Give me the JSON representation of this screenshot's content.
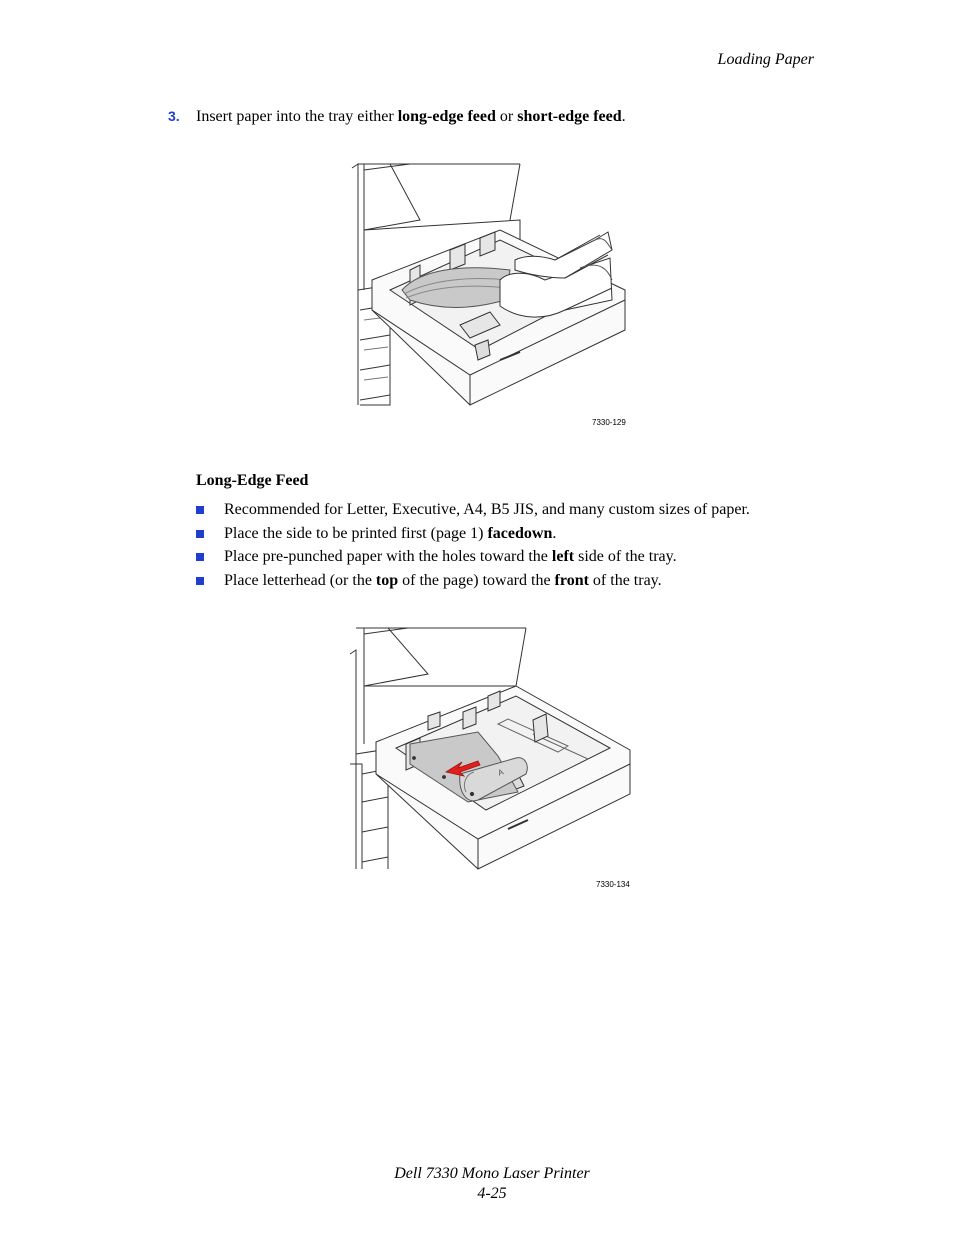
{
  "header": {
    "section_title": "Loading Paper"
  },
  "step": {
    "number": "3.",
    "text_before": "Insert paper into the tray either ",
    "bold_1": "long-edge feed",
    "text_middle": " or ",
    "bold_2": "short-edge feed",
    "text_after": "."
  },
  "figures": [
    {
      "code": "7330-129"
    },
    {
      "code": "7330-134",
      "paper_mark": "A"
    }
  ],
  "long_edge": {
    "heading": "Long-Edge Feed",
    "bullets": [
      {
        "text": "Recommended for Letter, Executive, A4, B5 JIS, and many custom sizes of paper."
      },
      {
        "before": "Place the side to be printed first (page 1) ",
        "bold": "facedown",
        "after": "."
      },
      {
        "before": "Place pre-punched paper with the holes toward the ",
        "bold": "left",
        "after": " side of the tray."
      },
      {
        "before": "Place letterhead (or the ",
        "bold": "top",
        "middle": " of the page) toward the ",
        "bold2": "front",
        "after": " of the tray."
      }
    ]
  },
  "footer": {
    "product": "Dell 7330 Mono Laser Printer",
    "page": "4-25"
  },
  "colors": {
    "accent": "#1f3ed0",
    "arrow": "#e0201c"
  },
  "icons": {
    "bullet": "blue-square-bullet-icon"
  }
}
